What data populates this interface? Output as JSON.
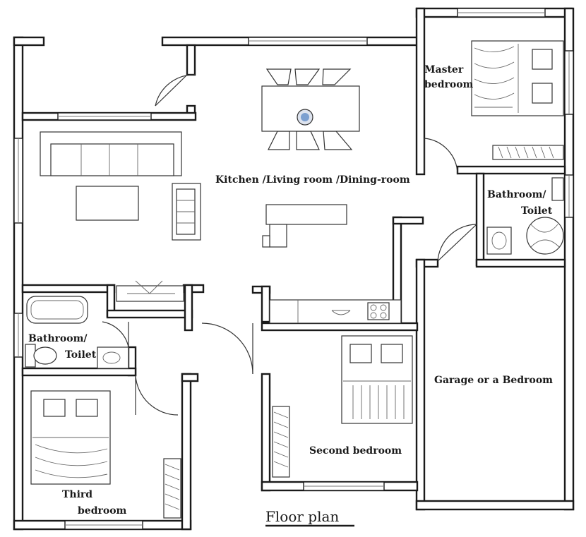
{
  "labels": {
    "kitchen": "Kitchen /Living room /Dining-room",
    "master_line1": "Master",
    "master_line2": "bedroom",
    "bath1_line1": "Bathroom/",
    "bath1_line2": "Toilet",
    "bath2_line1": "Bathroom/",
    "bath2_line2": "Toilet",
    "garage": "Garage or a Bedroom",
    "second": "Second bedroom",
    "third_line1": "Third",
    "third_line2": "bedroom"
  },
  "title": "Floor plan"
}
